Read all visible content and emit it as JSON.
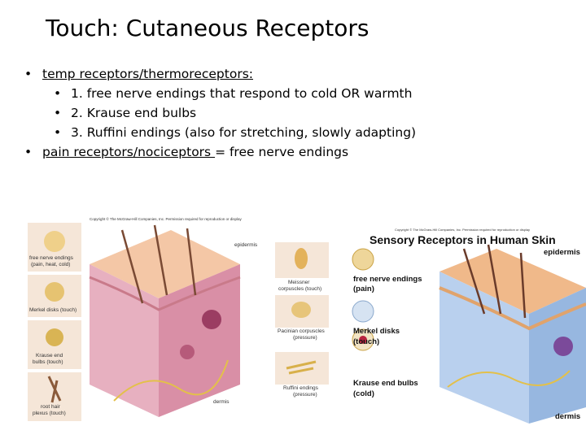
{
  "slide": {
    "title": "Touch: Cutaneous Receptors",
    "bullet1": {
      "label": "temp receptors/thermoreceptors:",
      "subitems": [
        "1. free nerve endings that respond to cold OR warmth",
        "2. Krause end bulbs",
        "3. Ruffini endings (also for stretching, slowly adapting)"
      ]
    },
    "bullet2": {
      "label": "pain receptors/nociceptors ",
      "rest": "= free nerve endings"
    }
  },
  "left_figure": {
    "copyright": "Copyright © The McGraw-Hill Companies, Inc. Permission required for reproduction or display",
    "left_labels": [
      "free nerve endings",
      "(pain, heat, cold)",
      "Merkel disks (touch)",
      "Krause end",
      "bulbs (touch)",
      "root hair",
      "plexus (touch)"
    ],
    "right_labels": [
      "epidermis",
      "Meissner",
      "corpuscles (touch)",
      "Pacinian corpuscles",
      "(pressure)",
      "Ruffini endings",
      "(pressure)",
      "dermis"
    ]
  },
  "right_figure": {
    "copyright": "Copyright © The McGraw-Hill Companies, Inc. Permission required for reproduction or display",
    "title": "Sensory Receptors in Human Skin",
    "labels": [
      "epidermis",
      "free nerve endings",
      "(pain)",
      "Merkel disks",
      "(touch)",
      "Krause end bulbs",
      "(cold)",
      "dermis"
    ]
  },
  "colors": {
    "epidermis": "#f2c6a4",
    "dermis_left": "#e9b7c2",
    "dermis_right": "#a9c6e6",
    "nerve": "#e3c04a",
    "vessel_red": "#c9314d",
    "vessel_purple": "#7b4a9a"
  }
}
